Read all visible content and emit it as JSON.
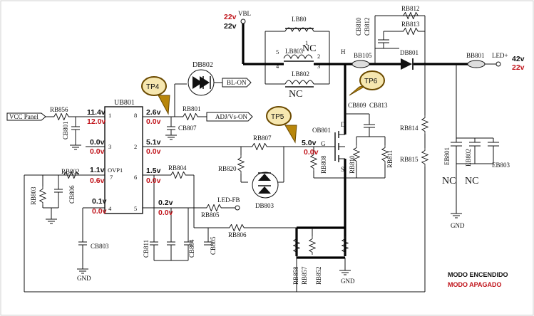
{
  "schematic": {
    "ic": {
      "ref": "UB801",
      "pin_ovp": "OVP1",
      "pins": [
        "1",
        "2",
        "3",
        "4",
        "5",
        "6",
        "7",
        "8"
      ]
    },
    "nets": {
      "vcc_panel": "VCC Panel",
      "bl_on": "BL-ON",
      "adj": "ADJ/Vs-ON",
      "led_fb": "LED-FB",
      "vbl": "VBL",
      "led_plus": "LED+",
      "gnd": "GND",
      "node_h": "H",
      "node_g": "G",
      "node_s": "S",
      "node_d": "D"
    },
    "parts": {
      "rb856": "RB856",
      "cb801": "CB801",
      "db802": "DB802",
      "rb801": "RB801",
      "cb807": "CB807",
      "rb802": "RB802",
      "rb803": "RB803",
      "cb806": "CB806",
      "rb804": "RB804",
      "rb805": "RB805",
      "rb806": "RB806",
      "cb803": "CB803",
      "cb811": "CB811",
      "cb804": "CB804",
      "cb805": "CB805",
      "rb807": "RB807",
      "rb820": "RB820",
      "db803": "DB803",
      "ob801": "OB801",
      "rb808": "RB808",
      "rb810": "RB810",
      "rb811": "RB811",
      "cb809": "CB809",
      "cb813": "CB813",
      "rb858": "RB858",
      "rb857": "RB857",
      "rb852": "RB852",
      "lb80": "LB80",
      "lb803": "LB803",
      "lb802": "LB802",
      "bb105": "BB105",
      "cb810": "CB810",
      "cb812": "CB812",
      "rb812": "RB812",
      "rb813": "RB813",
      "db801": "DB801",
      "bb801": "BB801",
      "rb814": "RB814",
      "rb815": "RB815",
      "eb801": "EB801",
      "eb802": "EB802",
      "eb803": "EB803"
    },
    "coil_pins": {
      "p1": "1",
      "p2": "2",
      "p3": "3",
      "p4": "4",
      "p5": "5"
    },
    "nc": [
      "NC",
      "NC",
      "NC",
      "NC"
    ],
    "test_points": [
      "TP4",
      "TP5",
      "TP6"
    ],
    "voltages": {
      "vbl_on": "22v",
      "vbl_off": "22v",
      "led_on": "42v",
      "led_off": "22v",
      "p1_on": "11.4v",
      "p1_off": "12.0v",
      "p3_on": "0.0v",
      "p3_off": "0.0v",
      "p7_on": "1.1v",
      "p7_off": "0.6v",
      "p4_on": "0.1v",
      "p4_off": "0.0v",
      "p8_on": "2.6v",
      "p8_off": "0.0v",
      "p2_on": "5.1v",
      "p2_off": "0.0v",
      "p6_on": "1.5v",
      "p6_off": "0.0v",
      "p5_on": "0.2v",
      "p5_off": "0.0v",
      "gate_on": "5.0v",
      "gate_off": "0.0v"
    },
    "legend": {
      "on": "MODO ENCENDIDO",
      "off": "MODO APAGADO"
    },
    "colors": {
      "on": "#111111",
      "off": "#c0131a",
      "testpoint": "#b8860b"
    }
  }
}
